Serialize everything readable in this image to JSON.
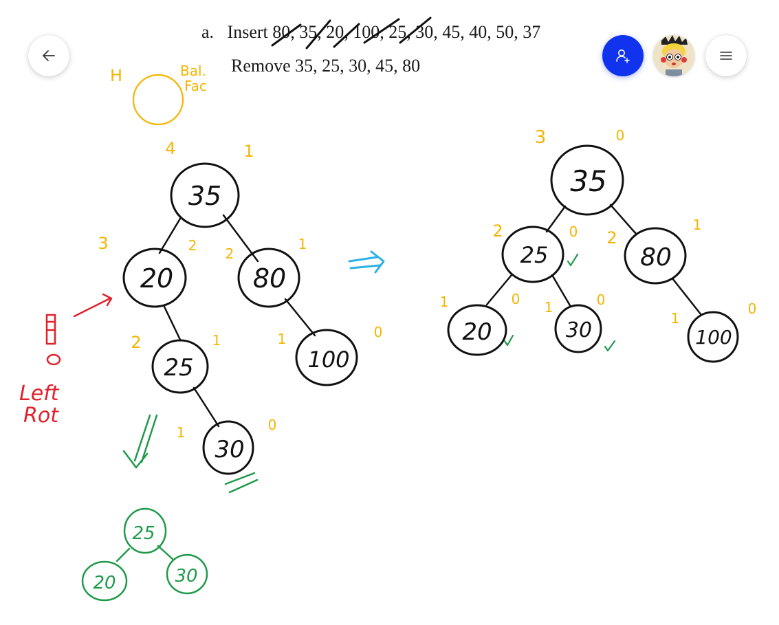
{
  "toolbar": {
    "back_icon": "arrow-left-icon",
    "invite_icon": "add-person-icon",
    "menu_icon": "hamburger-menu-icon",
    "invite_color": "#1133ee"
  },
  "document": {
    "item_label": "a.",
    "insert_prefix": "Insert ",
    "insert_struck": "80, 35, 20, 100, 25",
    "insert_rest": ", 30, 45, 40, 50, 37",
    "remove_line": "Remove 35, 25, 30, 45, 80"
  },
  "annotations": {
    "legend_h": "H",
    "legend_bal": "Bal.",
    "legend_fac": "Fac",
    "left_rot_1": "Left",
    "left_rot_2": "Rot",
    "colors": {
      "ink": "#111111",
      "orange": "#f4b400",
      "red": "#e0202a",
      "green": "#1e9a4a",
      "blue": "#2bb0e8"
    }
  },
  "left_tree": {
    "nodes": [
      "35",
      "20",
      "80",
      "25",
      "100",
      "30"
    ],
    "heights": [
      "4",
      "3",
      "2",
      "2",
      "1",
      "1"
    ],
    "balance": [
      "1",
      "2",
      "1",
      "1",
      "0",
      "0"
    ]
  },
  "rotation_result": {
    "nodes": [
      "25",
      "20",
      "30"
    ]
  },
  "right_tree": {
    "nodes": [
      "35",
      "25",
      "80",
      "20",
      "30",
      "100"
    ],
    "heights": [
      "3",
      "2",
      "2",
      "1",
      "1",
      "1"
    ],
    "balance": [
      "0",
      "0",
      "1",
      "0",
      "0",
      "0"
    ]
  }
}
